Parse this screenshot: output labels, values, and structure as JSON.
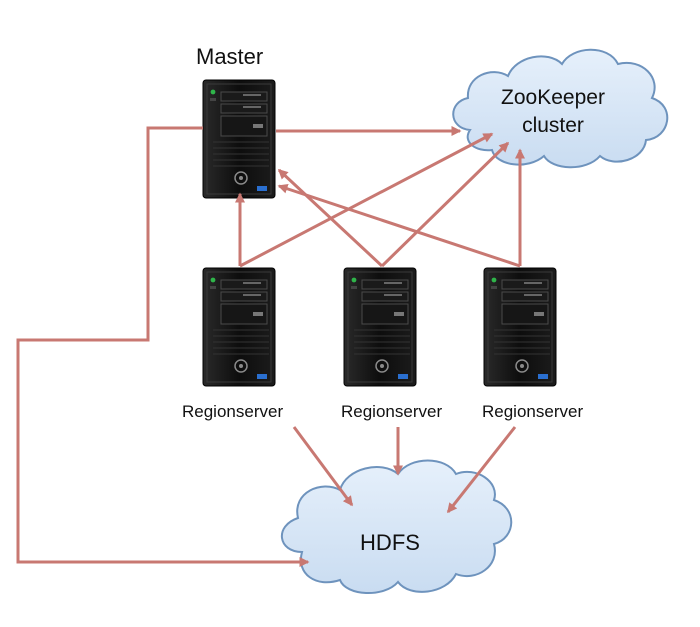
{
  "nodes": {
    "master": {
      "label": "Master"
    },
    "zookeeper": {
      "label_line1": "ZooKeeper",
      "label_line2": "cluster"
    },
    "hdfs": {
      "label": "HDFS"
    },
    "regionservers": [
      {
        "label": "Regionserver"
      },
      {
        "label": "Regionserver"
      },
      {
        "label": "Regionserver"
      }
    ]
  },
  "colors": {
    "arrow": "#c87872",
    "cloud_fill": "#d7e6f6",
    "cloud_stroke": "#6e93bd",
    "server_body": "#121212"
  }
}
